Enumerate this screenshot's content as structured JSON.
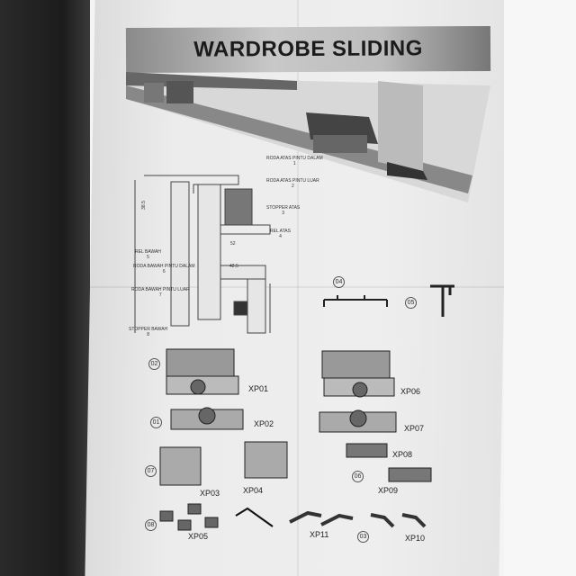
{
  "title": "WARDROBE SLIDING",
  "section_labels": [
    {
      "name": "RODA ATAS PINTU DALAM",
      "number": "1"
    },
    {
      "name": "RODA ATAS PINTU LUAR",
      "number": "2"
    },
    {
      "name": "STOPPER ATAS",
      "number": "3"
    },
    {
      "name": "REL ATAS",
      "number": "4"
    },
    {
      "name": "REL BAWAH",
      "number": "5"
    },
    {
      "name": "RODA BAWAH PINTU DALAM",
      "number": "6"
    },
    {
      "name": "RODA BAWAH PINTU LUAR",
      "number": "7"
    },
    {
      "name": "STOPPER BAWAH",
      "number": "8"
    }
  ],
  "dimensions": [
    "52",
    "42.5",
    "38.5"
  ],
  "group_numbers": [
    "04",
    "05",
    "02",
    "01",
    "07",
    "08",
    "06",
    "03"
  ],
  "parts": [
    "XP01",
    "XP02",
    "XP03",
    "XP04",
    "XP05",
    "XP06",
    "XP07",
    "XP08",
    "XP09",
    "XP10",
    "XP11"
  ]
}
